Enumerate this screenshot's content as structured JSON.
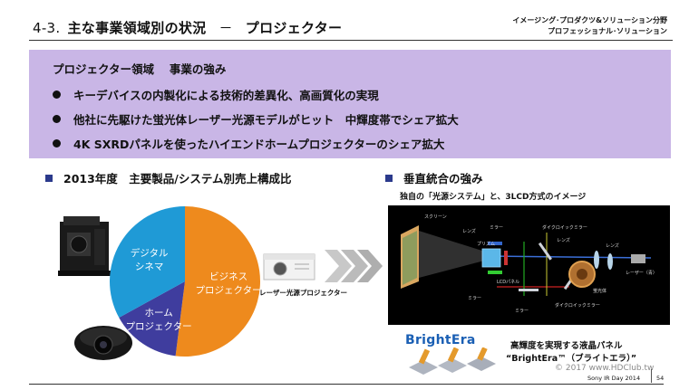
{
  "header": {
    "section_number": "4-3.",
    "title": "主な事業領域別の状況",
    "dash": "－",
    "subtitle": "プロジェクター",
    "division_line1": "イメージング･プロダクツ&ソリューション分野",
    "division_line2": "プロフェッショナル･ソリューション"
  },
  "strengths": {
    "heading": "プロジェクター領域　 事業の強み",
    "items": [
      "キーデバイスの内製化による技術的差異化、高画質化の実現",
      "他社に先駆けた蛍光体レーザー光源モデルがヒット　中輝度帯でシェア拡大",
      "4K SXRDパネルを使ったハイエンドホームプロジェクターのシェア拡大"
    ]
  },
  "left_section": {
    "heading": "2013年度　主要製品/システム別売上構成比",
    "laser_label": "レーザー光源プロジェクター"
  },
  "colors": {
    "business": "#ee8a1d",
    "home": "#3f3d9e",
    "cinema": "#1f9ad6",
    "purple_box": "#c9b6e6",
    "bullet_square": "#2b3a8c"
  },
  "chart_data": {
    "type": "pie",
    "categories": [
      "ビジネス プロジェクター",
      "ホーム プロジェクター",
      "デジタル シネマ"
    ],
    "values": [
      52,
      15,
      33
    ],
    "colors": [
      "#ee8a1d",
      "#3f3d9e",
      "#1f9ad6"
    ],
    "label_lines": [
      [
        "ビジネス",
        "プロジェクター"
      ],
      [
        "ホーム",
        "プロジェクター"
      ],
      [
        "デジタル",
        "シネマ"
      ]
    ]
  },
  "right_section": {
    "heading": "垂直統合の強み",
    "caption": "独自の「光源システム」と、3LCD方式のイメージ",
    "diagram_labels": [
      "スクリーン",
      "レンズ",
      "ミラー",
      "ダイクロイックミラー",
      "レンズ",
      "レンズ",
      "プリズム",
      "LCDパネル",
      "ミラー",
      "レーザー（青）",
      "蛍光体",
      "ミラー",
      "ダイクロイックミラー"
    ],
    "brand_logo": "BrightEra",
    "panel_line1": "高輝度を実現する液晶パネル",
    "panel_line2": "“BrightEra™（ブライトエラ）”"
  },
  "footer": {
    "watermark": "© 2017 www.HDClub.tw",
    "event": "Sony IR Day 2014",
    "page": "54"
  }
}
